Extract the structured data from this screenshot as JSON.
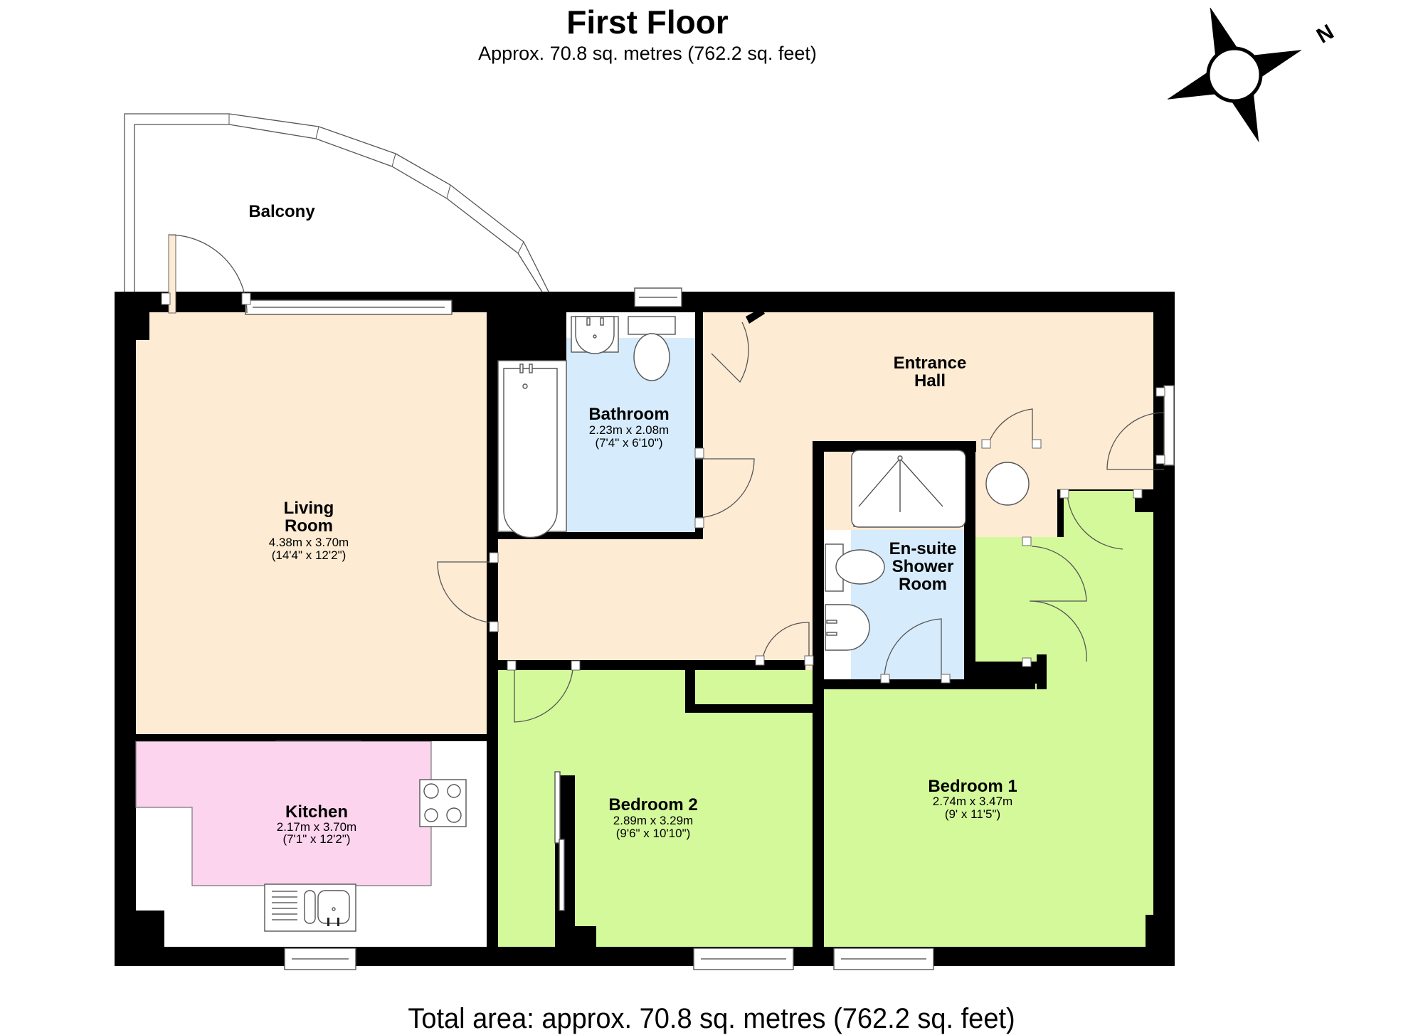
{
  "header": {
    "title": "First Floor",
    "subtitle": "Approx. 70.8 sq. metres (762.2 sq. feet)"
  },
  "footer": {
    "total_area": "Total area: approx. 70.8 sq. metres (762.2 sq. feet)"
  },
  "compass": {
    "icon": "compass-north-arrow-icon",
    "label": "N"
  },
  "colors": {
    "living": "#fdebd3",
    "hall": "#fdebd3",
    "bathroom": "#d6ebfb",
    "kitchen": "#fcd4ee",
    "bedroom": "#d4f99a",
    "wall": "#000000"
  },
  "rooms": {
    "balcony": {
      "name": "Balcony"
    },
    "living_room": {
      "name_line1": "Living",
      "name_line2": "Room",
      "metric": "4.38m x 3.70m",
      "imperial": "(14'4\" x 12'2\")"
    },
    "bathroom": {
      "name": "Bathroom",
      "metric": "2.23m x 2.08m",
      "imperial": "(7'4\" x 6'10\")"
    },
    "entrance_hall": {
      "name_line1": "Entrance",
      "name_line2": "Hall"
    },
    "ensuite": {
      "name_line1": "En-suite",
      "name_line2": "Shower",
      "name_line3": "Room"
    },
    "kitchen": {
      "name": "Kitchen",
      "metric": "2.17m x 3.70m",
      "imperial": "(7'1\" x 12'2\")"
    },
    "bedroom2": {
      "name": "Bedroom 2",
      "metric": "2.89m x 3.29m",
      "imperial": "(9'6\" x 10'10\")"
    },
    "bedroom1": {
      "name": "Bedroom 1",
      "metric": "2.74m x 3.47m",
      "imperial": "(9' x 11'5\")"
    }
  }
}
